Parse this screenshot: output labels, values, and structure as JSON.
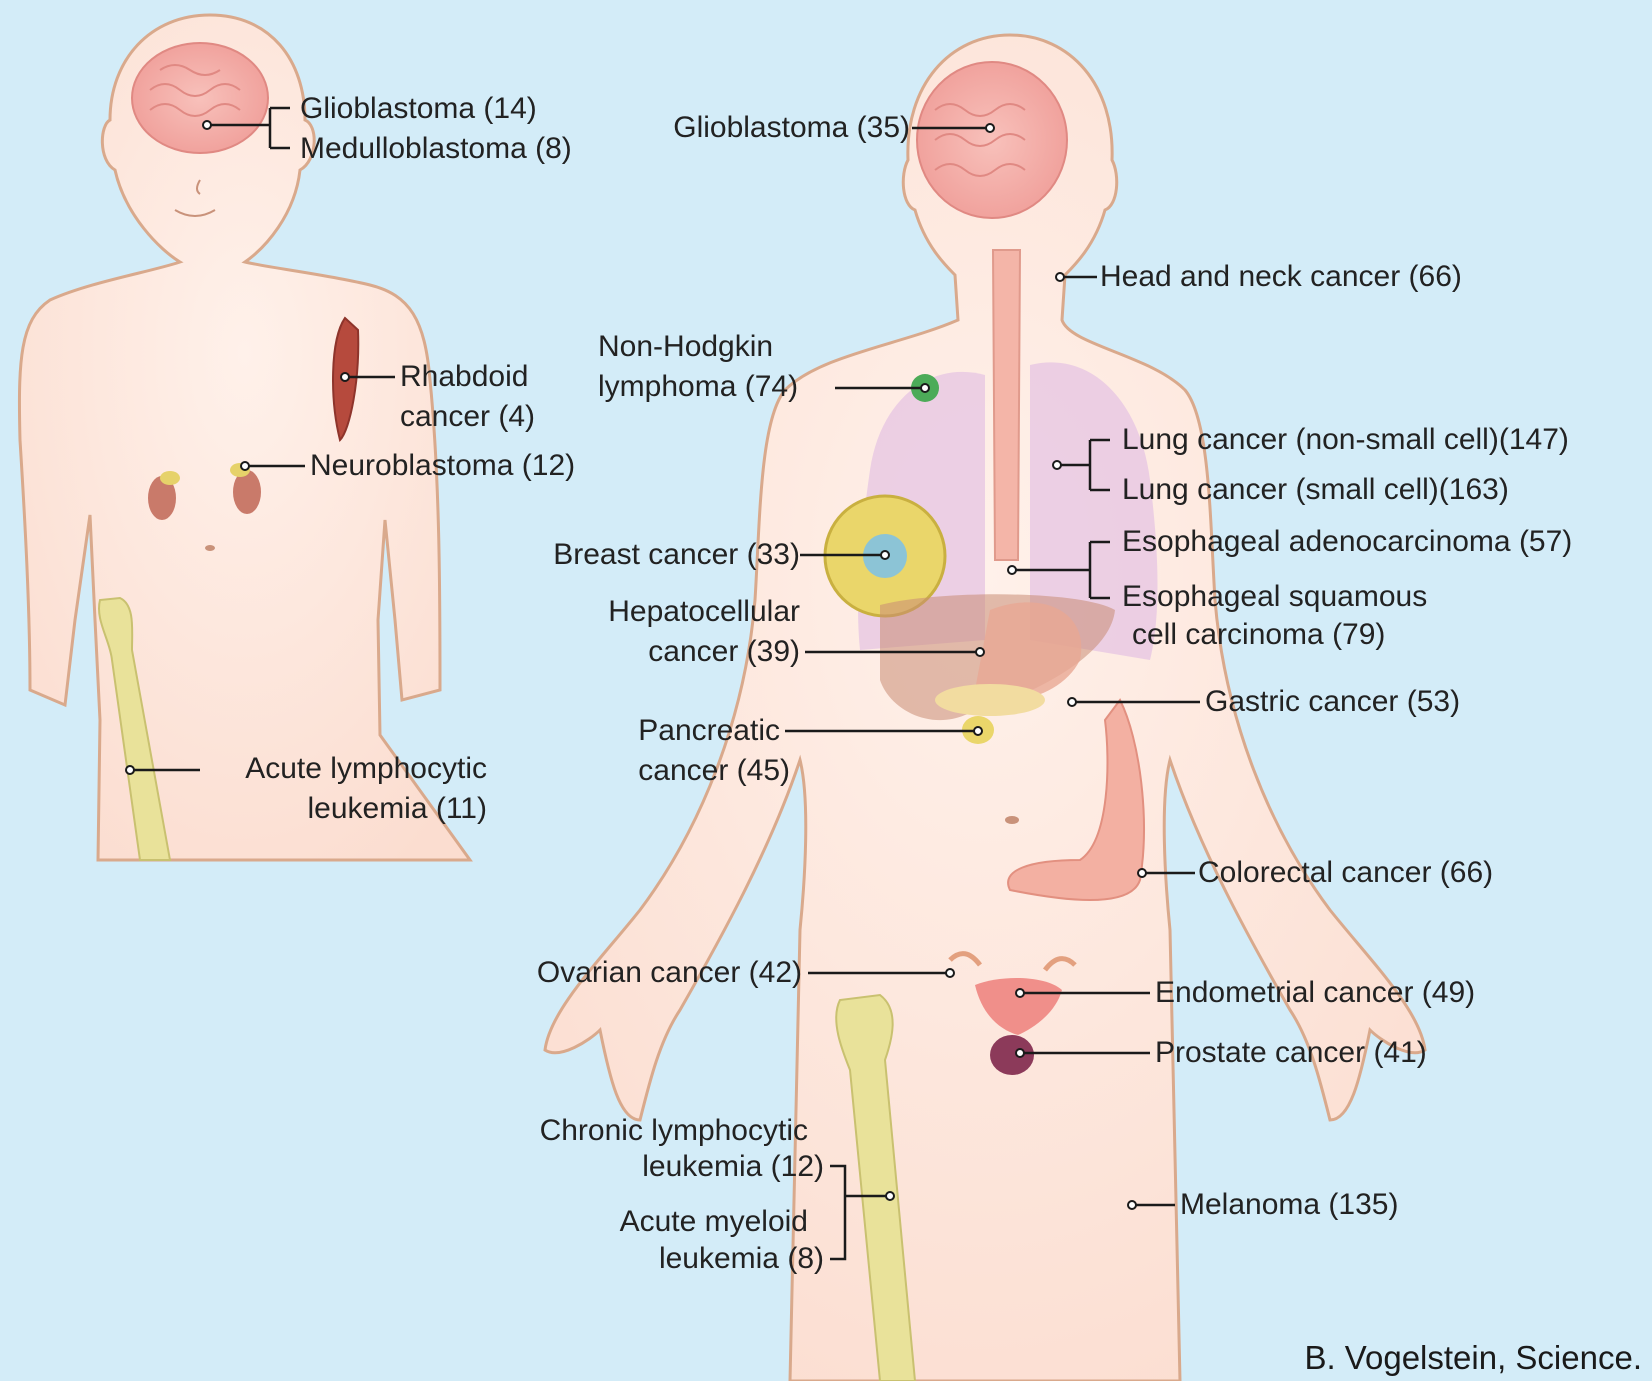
{
  "child": {
    "glioblastoma": "Glioblastoma (14)",
    "medulloblastoma": "Medulloblastoma (8)",
    "rhabdoid_1": "Rhabdoid",
    "rhabdoid_2": "cancer (4)",
    "neuroblastoma": "Neuroblastoma (12)",
    "all_1": "Acute lymphocytic",
    "all_2": "leukemia (11)"
  },
  "adult": {
    "glioblastoma": "Glioblastoma (35)",
    "head_neck": "Head and neck cancer (66)",
    "nhl_1": "Non-Hodgkin",
    "nhl_2": "lymphoma (74)",
    "lung_nsc": "Lung cancer (non-small cell)(147)",
    "lung_sc": "Lung cancer (small cell)(163)",
    "breast": "Breast cancer (33)",
    "eso_adeno": "Esophageal adenocarcinoma (57)",
    "eso_sq_1": "Esophageal squamous",
    "eso_sq_2": "cell carcinoma (79)",
    "hcc_1": "Hepatocellular",
    "hcc_2": "cancer (39)",
    "gastric": "Gastric cancer (53)",
    "pancreatic_1": "Pancreatic",
    "pancreatic_2": "cancer (45)",
    "colorectal": "Colorectal cancer (66)",
    "ovarian": "Ovarian cancer (42)",
    "endometrial": "Endometrial  cancer (49)",
    "prostate": "Prostate cancer (41)",
    "cll_1": "Chronic lymphocytic",
    "cll_2": "leukemia (12)",
    "aml_1": "Acute myeloid",
    "aml_2": "leukemia (8)",
    "melanoma": "Melanoma (135)"
  },
  "credit": "B. Vogelstein, Science.",
  "colors": {
    "background": "#d3ecf8",
    "skin": "#fde6dc",
    "outline": "#d9a98c",
    "brain": "#f3a9a4",
    "lung": "#e9c9e3",
    "bone_marrow": "#e5e08a",
    "leader_line": "#1a1a1a"
  }
}
